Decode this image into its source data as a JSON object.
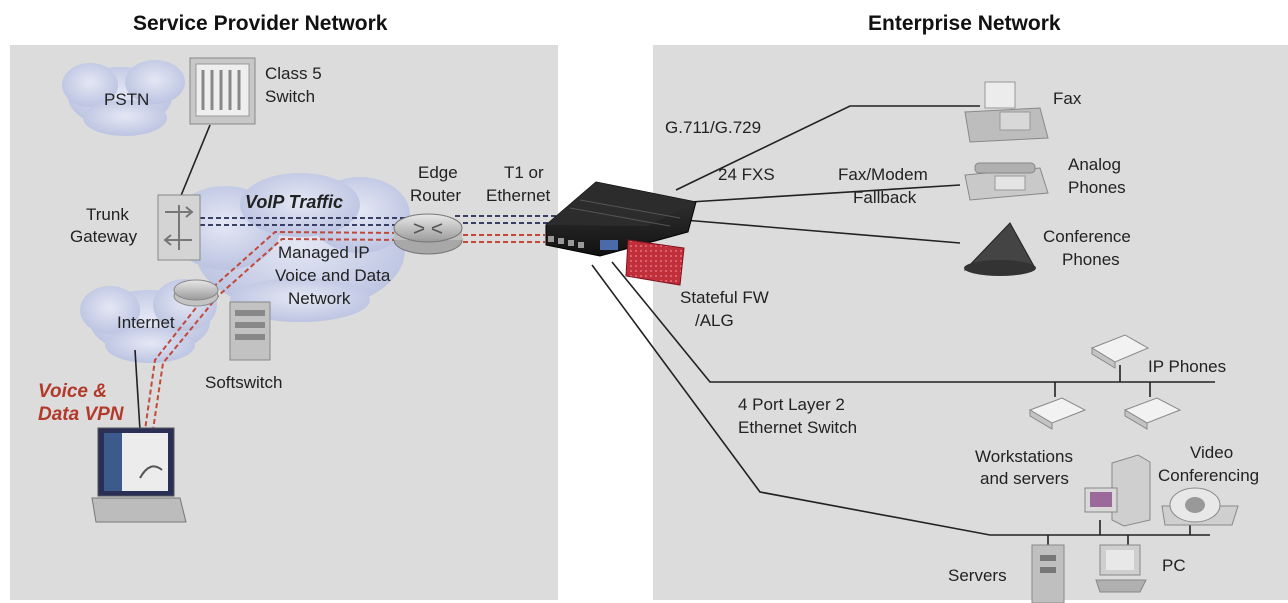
{
  "titles": {
    "left": "Service Provider Network",
    "right": "Enterprise Network"
  },
  "service_provider": {
    "pstn": "PSTN",
    "class5_line1": "Class 5",
    "class5_line2": "Switch",
    "trunk_line1": "Trunk",
    "trunk_line2": "Gateway",
    "voip_traffic": "VoIP Traffic",
    "managed_line1": "Managed IP",
    "managed_line2": "Voice and Data",
    "managed_line3": "Network",
    "internet": "Internet",
    "softswitch": "Softswitch",
    "vpn_line1": "Voice &",
    "vpn_line2": "Data VPN",
    "edge_line1": "Edge",
    "edge_line2": "Router"
  },
  "link": {
    "line1": "T1 or",
    "line2": "Ethernet"
  },
  "enterprise": {
    "codec": "G.711/G.729",
    "fxs": "24 FXS",
    "fallback_line1": "Fax/Modem",
    "fallback_line2": "Fallback",
    "fax": "Fax",
    "analog_line1": "Analog",
    "analog_line2": "Phones",
    "conf_line1": "Conference",
    "conf_line2": "Phones",
    "fw_line1": "Stateful FW",
    "fw_line2": "/ALG",
    "ip_phones": "IP Phones",
    "switch_line1": "4 Port Layer 2",
    "switch_line2": "Ethernet Switch",
    "ws_line1": "Workstations",
    "ws_line2": "and servers",
    "video_line1": "Video",
    "video_line2": "Conferencing",
    "servers": "Servers",
    "pc": "PC"
  },
  "colors": {
    "panel": "#dcdcdc",
    "cloud": "#c9cfe6",
    "red_accent": "#b23a2a",
    "device": "#222222",
    "firewall": "#c0303a"
  }
}
